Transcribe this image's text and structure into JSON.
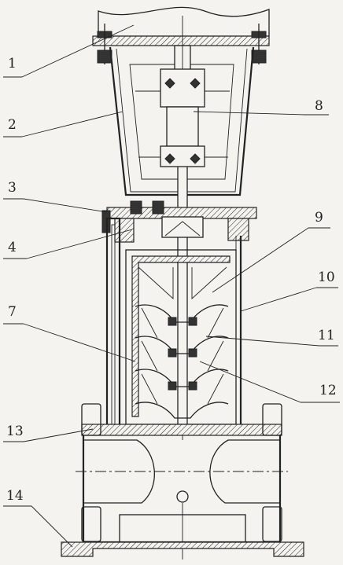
{
  "callouts": [
    {
      "id": "1",
      "label": "1"
    },
    {
      "id": "2",
      "label": "2"
    },
    {
      "id": "3",
      "label": "3"
    },
    {
      "id": "4",
      "label": "4"
    },
    {
      "id": "7",
      "label": "7"
    },
    {
      "id": "8",
      "label": "8"
    },
    {
      "id": "9",
      "label": "9"
    },
    {
      "id": "10",
      "label": "10"
    },
    {
      "id": "11",
      "label": "11"
    },
    {
      "id": "12",
      "label": "12"
    },
    {
      "id": "13",
      "label": "13"
    },
    {
      "id": "14",
      "label": "14"
    }
  ],
  "colors": {
    "line": "#222222",
    "background": "#f4f3ef"
  }
}
